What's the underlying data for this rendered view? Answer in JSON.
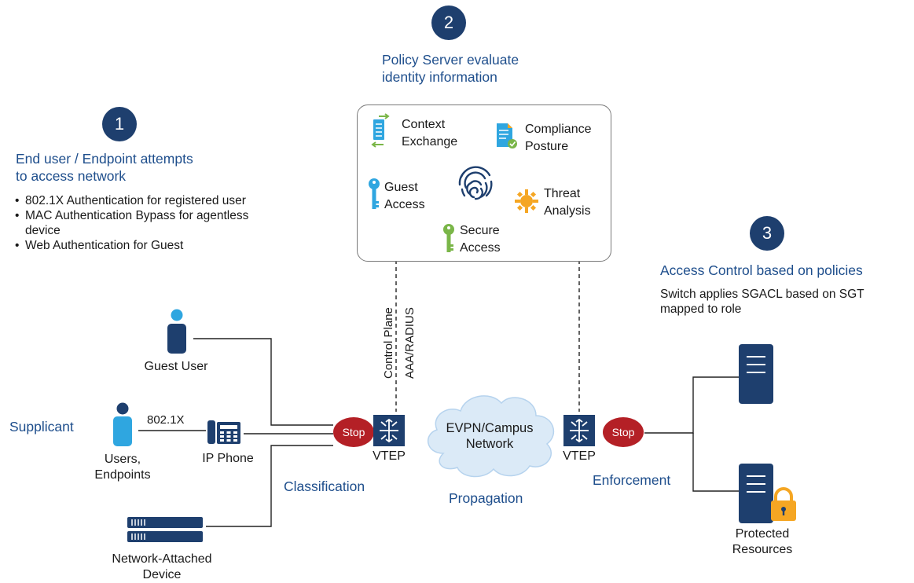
{
  "steps": [
    {
      "number": "1",
      "heading_line1": "End user / Endpoint attempts",
      "heading_line2": "to access network",
      "bullets": [
        "802.1X Authentication for registered user",
        "MAC Authentication Bypass for agentless",
        "device",
        "Web Authentication for Guest"
      ]
    },
    {
      "number": "2",
      "heading_line1": "Policy Server evaluate",
      "heading_line2": "identity information"
    },
    {
      "number": "3",
      "heading": "Access Control based on policies",
      "desc_line1": "Switch applies SGACL based on SGT",
      "desc_line2": "mapped to role"
    }
  ],
  "policy_server": {
    "context_exchange": [
      "Context",
      "Exchange"
    ],
    "compliance_posture": [
      "Compliance",
      "Posture"
    ],
    "guest_access": [
      "Guest",
      "Access"
    ],
    "threat_analysis": [
      "Threat",
      "Analysis"
    ],
    "secure_access": [
      "Secure",
      "Access"
    ]
  },
  "links": {
    "control_plane": "Control Plane",
    "aaa_radius": "AAA/RADIUS",
    "dot1x": "802.1X"
  },
  "devices": {
    "guest_user": "Guest User",
    "users_endpoints": [
      "Users,",
      "Endpoints"
    ],
    "ip_phone": "IP Phone",
    "network_device": [
      "Network-Attached",
      "Device"
    ],
    "vtep_left": "VTEP",
    "vtep_right": "VTEP",
    "stop_left": "Stop",
    "stop_right": "Stop",
    "cloud": [
      "EVPN/Campus",
      "Network"
    ],
    "protected": [
      "Protected",
      "Resources"
    ]
  },
  "phases": {
    "supplicant": "Supplicant",
    "classification": "Classification",
    "propagation": "Propagation",
    "enforcement": "Enforcement"
  },
  "colors": {
    "navy": "#1e3f6e",
    "accent_blue": "#1e4e8c",
    "light_blue": "#2fa6e0",
    "stop_red": "#b42026",
    "green": "#7ab648",
    "lock_orange": "#f5a623"
  }
}
